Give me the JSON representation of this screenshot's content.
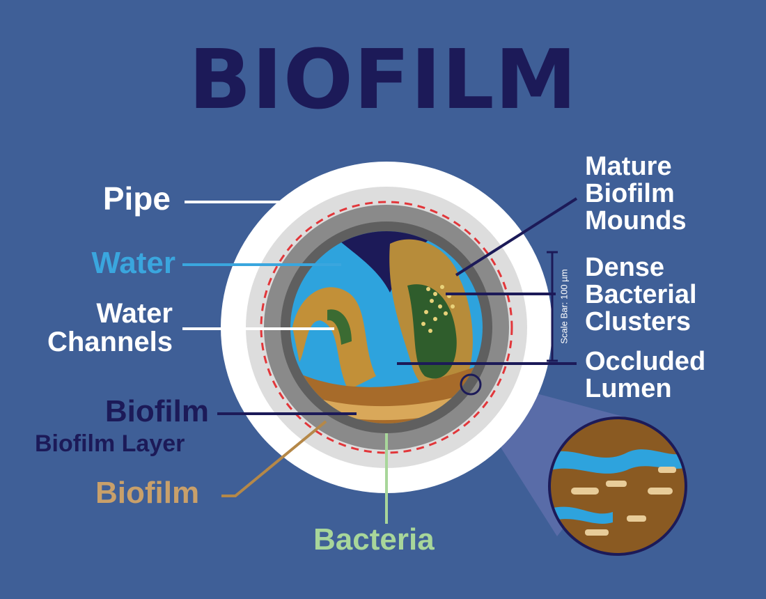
{
  "title": "BIOFILM",
  "labels": {
    "pipe": "Pipe",
    "water": "Water",
    "water_channels_1": "Water",
    "water_channels_2": "Channels",
    "biofilm_navy": "Biofilm",
    "biofilm_layer": "Biofilm Layer",
    "biofilm_tan": "Biofilm",
    "bacteria": "Bacteria",
    "mature_1": "Mature",
    "mature_2": "Biofilm",
    "mature_3": "Mounds",
    "dense_1": "Dense",
    "dense_2": "Bacterial",
    "dense_3": "Clusters",
    "occluded_1": "Occluded",
    "occluded_2": "Lumen"
  },
  "scale_bar": "Scale Bar: 100 µm",
  "colors": {
    "background": "#3f5f97",
    "title": "#1c1a58",
    "pipe": "#ffffff",
    "water": "#3aa6de",
    "biofilm_navy": "#1c1a58",
    "biofilm_tan": "#c9a06a",
    "bacteria": "#a8d69a"
  }
}
